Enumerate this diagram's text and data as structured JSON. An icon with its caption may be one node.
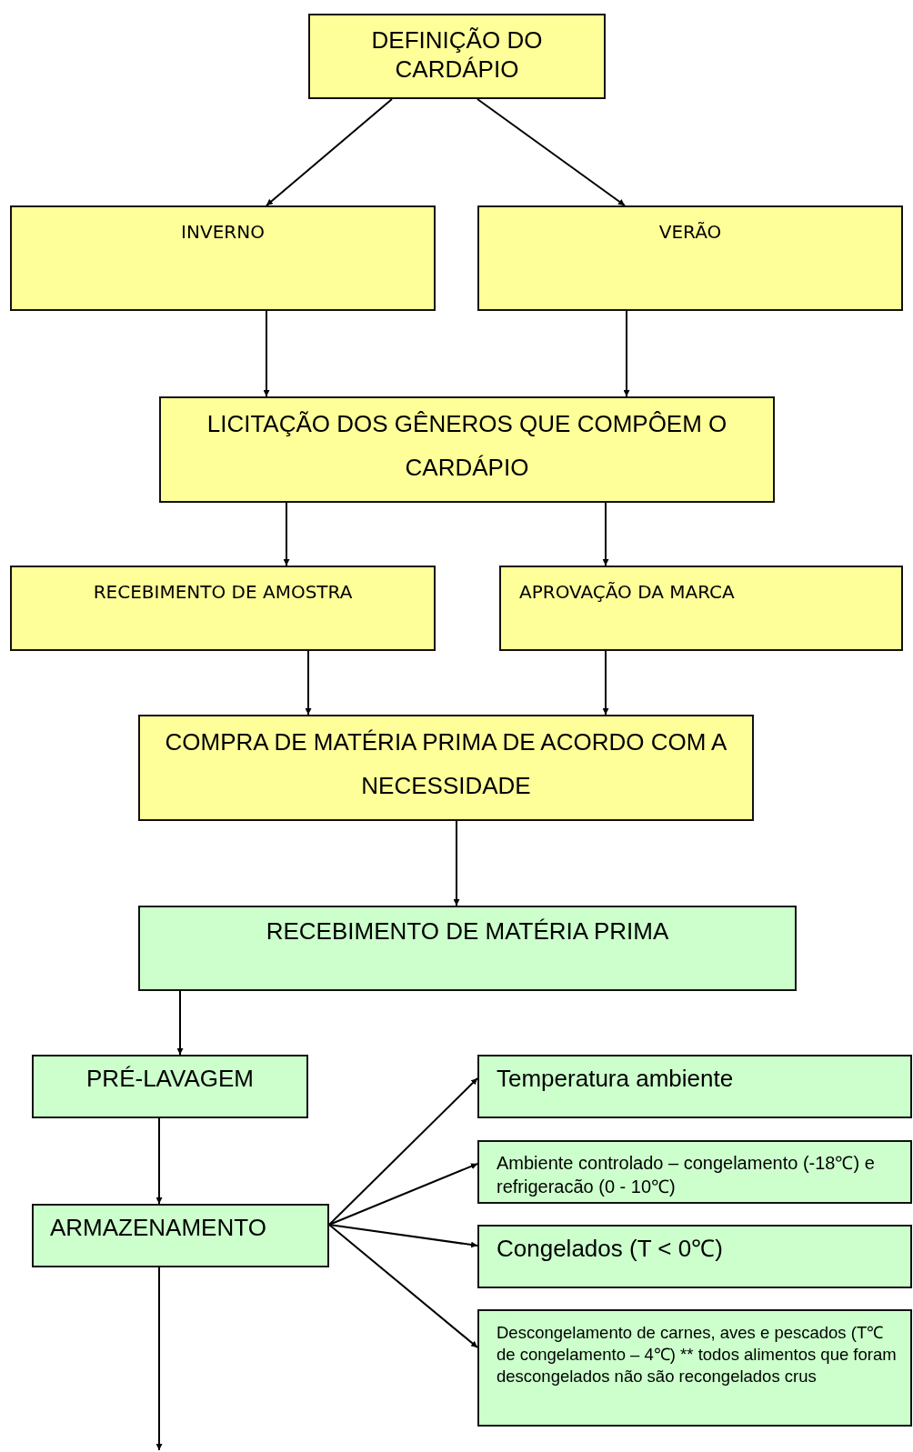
{
  "diagram": {
    "nodes": [
      {
        "text": [
          "DEFINIÇÃO DO CARDÁPIO"
        ]
      },
      {
        "text": [
          "INVERNO"
        ]
      },
      {
        "text": [
          "VERÃO"
        ]
      },
      {
        "text": [
          "LICITAÇÃO DOS GÊNEROS QUE COMPÔEM O CARDÁPIO"
        ]
      },
      {
        "text": [
          "RECEBIMENTO DE AMOSTRA"
        ]
      },
      {
        "text": [
          "APROVAÇÃO DA MARCA"
        ]
      },
      {
        "text": [
          "COMPRA DE MATÉRIA PRIMA DE ACORDO COM A NECESSIDADE"
        ]
      },
      {
        "text": [
          "RECEBIMENTO DE MATÉRIA PRIMA"
        ]
      },
      {
        "text": [
          "PRÉ-LAVAGEM"
        ]
      },
      {
        "text": [
          "ARMAZENAMENTO"
        ]
      },
      {
        "text": [
          "Temperatura ambiente"
        ]
      },
      {
        "text": [
          "Ambiente controlado – congelamento (-18℃) e refrigeracão (0 - 10℃)"
        ]
      },
      {
        "text": [
          "Congelados (T < 0℃)"
        ]
      },
      {
        "text": [
          "Descongelamento de carnes, aves e pescados (T℃ de congelamento – 4℃) ** todos alimentos que foram descongelados não são recongelados crus"
        ]
      }
    ],
    "edges": [
      {
        "from": 0,
        "to": 1,
        "arrow": "to"
      },
      {
        "from": 0,
        "to": 2,
        "arrow": "to"
      },
      {
        "from": 1,
        "to": 3,
        "arrow": "to"
      },
      {
        "from": 2,
        "to": 3,
        "arrow": "to"
      },
      {
        "from": 3,
        "to": 4,
        "arrow": "to"
      },
      {
        "from": 3,
        "to": 5,
        "arrow": "to"
      },
      {
        "from": 4,
        "to": 6,
        "arrow": "to"
      },
      {
        "from": 5,
        "to": 6,
        "arrow": "to"
      },
      {
        "from": 6,
        "to": 7,
        "arrow": "to"
      },
      {
        "from": 7,
        "to": 8,
        "arrow": "to"
      },
      {
        "from": 8,
        "to": 9,
        "arrow": "to"
      },
      {
        "from": 9,
        "to": 10,
        "arrow": "to"
      },
      {
        "from": 9,
        "to": 11,
        "arrow": "to"
      },
      {
        "from": 9,
        "to": 12,
        "arrow": "to"
      },
      {
        "from": 9,
        "to": 13,
        "arrow": "to"
      },
      {
        "from": 9,
        "to": null,
        "arrow": "to"
      }
    ]
  }
}
